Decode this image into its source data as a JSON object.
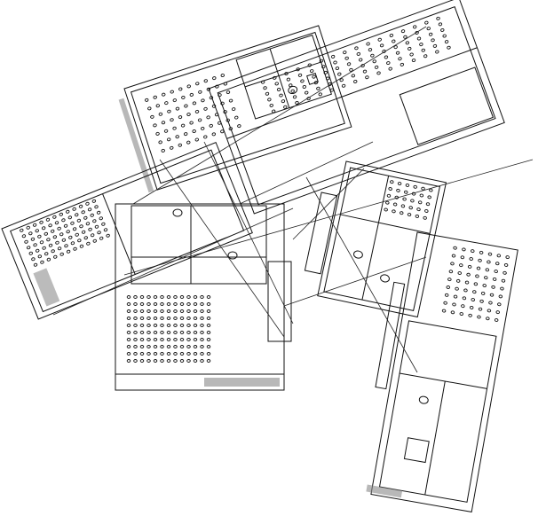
{
  "drawing": {
    "subject": "",
    "line_color": "#111111",
    "background": "#ffffff",
    "hatch_color": "#555555",
    "sheets": [
      {
        "name": "sheet-top-left-rotated",
        "dots_rows": 7,
        "dots_cols": 10
      },
      {
        "name": "sheet-top-right-long",
        "dots_rows": 6,
        "dots_cols": 16
      },
      {
        "name": "sheet-left-wide",
        "dots_rows": 7,
        "dots_cols": 12
      },
      {
        "name": "sheet-center-upright",
        "dots_rows": 10,
        "dots_cols": 13
      },
      {
        "name": "sheet-center-right-tilted",
        "dots_rows": 5,
        "dots_cols": 6
      },
      {
        "name": "sheet-bottom-right-tall",
        "dots_rows": 9,
        "dots_cols": 7
      }
    ]
  }
}
